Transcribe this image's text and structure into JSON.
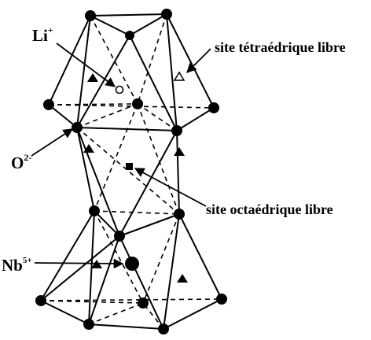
{
  "labels": {
    "li": {
      "base": "Li",
      "charge": "+"
    },
    "oxygen": {
      "base": "O",
      "charge": "2-"
    },
    "nb": {
      "base": "Nb",
      "charge": "5+"
    },
    "tetra_site": "site tétraédrique libre",
    "octa_site": "site octaédrique libre"
  },
  "colors": {
    "ink": "#000000",
    "background": "#ffffff"
  }
}
